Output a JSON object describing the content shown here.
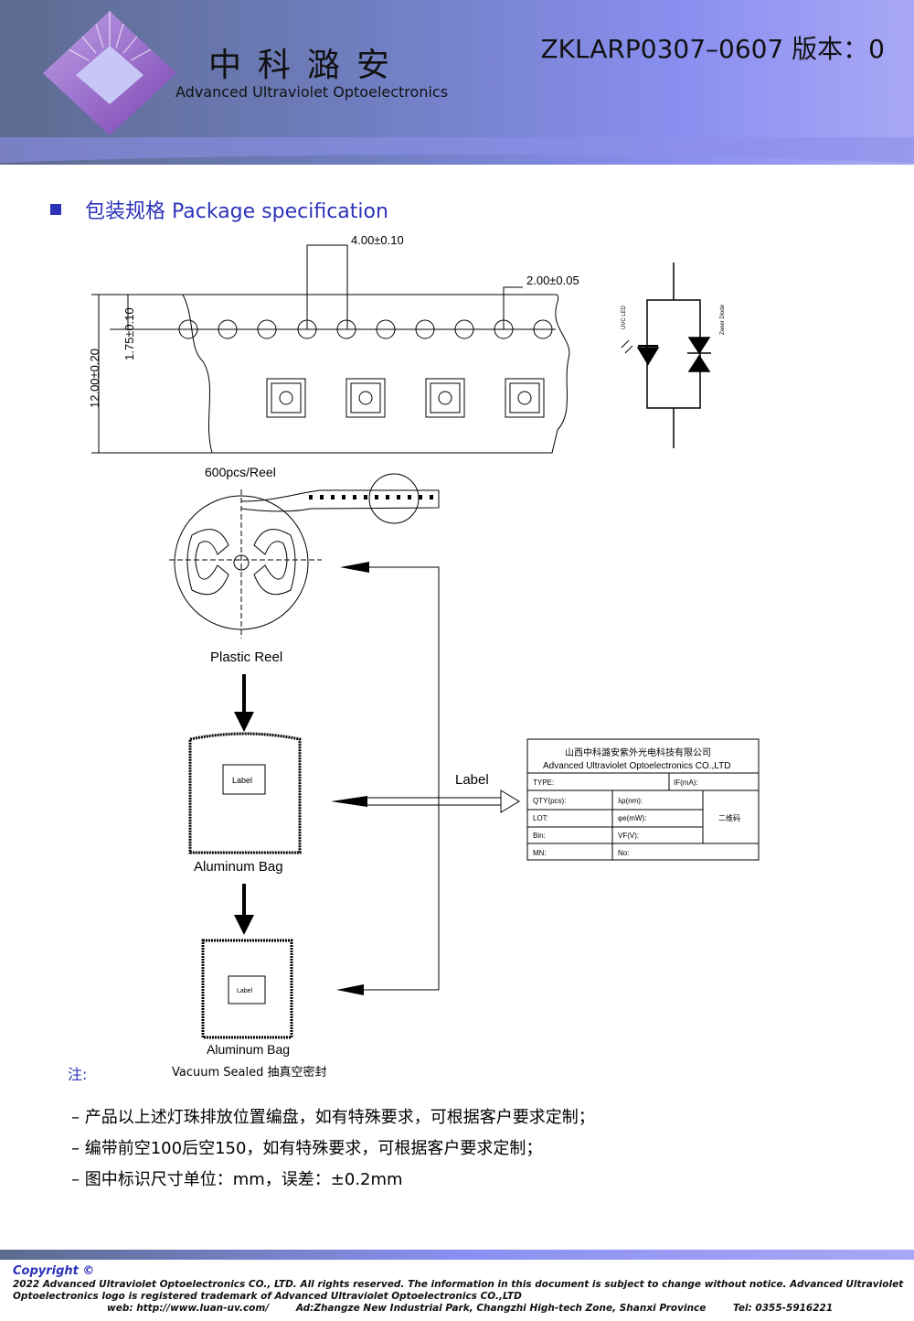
{
  "header": {
    "brand_cn": "中科潞安",
    "brand_en": "Advanced Ultraviolet Optoelectronics",
    "doc_number": "ZKLARP0307–0607 版本：0"
  },
  "section": {
    "title": "包装规格 Package specification"
  },
  "tape_drawing": {
    "pitch": "4.00±0.10",
    "hole_pitch": "2.00±0.05",
    "width": "12.00±0.20",
    "hole_offset": "1.75±0.10"
  },
  "circuit": {
    "uvc_led_label": "UVC LED",
    "zener_label": "Zener Diode"
  },
  "flow": {
    "reel_qty": "600pcs/Reel",
    "plastic_reel": "Plastic Reel",
    "aluminum_bag_1": "Aluminum Bag",
    "bag_label_1": "Label",
    "aluminum_bag_2": "Aluminum Bag",
    "bag_label_2": "Label",
    "vacuum": "Vacuum Sealed 抽真空密封",
    "label_arrow": "Label"
  },
  "label_card": {
    "company_cn": "山西中科潞安紫外光电科技有限公司",
    "company_en": "Advanced Ultraviolet Optoelectronics CO.,LTD",
    "type": "TYPE:",
    "if": "IF(mA):",
    "qty": "QTY(pcs):",
    "lambda": "λp(nm):",
    "qr": "二维码",
    "lot": "LOT:",
    "phi": "φe(mW):",
    "bin": "Bin:",
    "vf": "VF(V):",
    "mn": "MN:",
    "no": "No:"
  },
  "notes": {
    "label": "注:",
    "items": [
      "–  产品以上述灯珠排放位置编盘，如有特殊要求，可根据客户要求定制；",
      "–  编带前空100后空150，如有特殊要求，可根据客户要求定制；",
      "–  图中标识尺寸单位：mm，误差：±0.2mm"
    ]
  },
  "footer": {
    "copyright": "Copyright ©",
    "line1": "2022 Advanced Ultraviolet Optoelectronics CO., LTD. All rights reserved. The information in this document is subject to change without notice. Advanced Ultraviolet",
    "line2": "Optoelectronics logo is registered trademark of Advanced Ultraviolet Optoelectronics CO.,LTD",
    "web": "web: http://www.luan-uv.com/",
    "address": "Ad:Zhangze New Industrial Park, Changzhi High-tech Zone, Shanxi Province",
    "tel": "Tel:  0355-5916221"
  },
  "colors": {
    "accent": "#2d33b8",
    "header_start": "#5d6b8f",
    "header_end": "#a9a8f6",
    "logo": "#9a5cc6"
  }
}
